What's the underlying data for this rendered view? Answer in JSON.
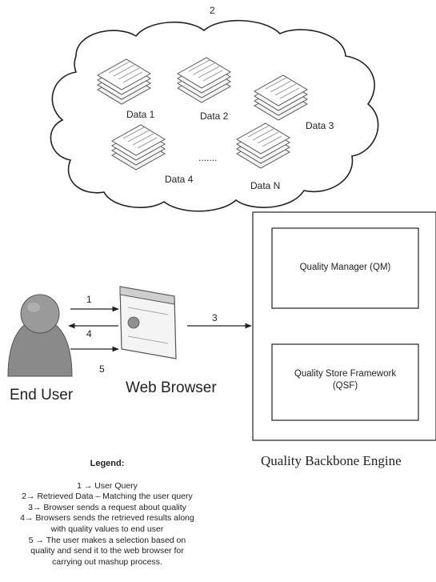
{
  "cloud": {
    "label": "2",
    "items": [
      "Data 1",
      "Data 2",
      "Data 3",
      "Data 4",
      "Data N"
    ],
    "ellipsis": "......."
  },
  "arrows": {
    "a1": "1",
    "a3": "3",
    "a4": "4",
    "a5": "5"
  },
  "actors": {
    "end_user": "End User",
    "web_browser": "Web Browser"
  },
  "engine": {
    "title": "Quality Backbone Engine",
    "manager": "Quality Manager (QM)",
    "store_line1": "Quality Store Framework",
    "store_line2": "(QSF)"
  },
  "legend": {
    "title": "Legend:",
    "lines": [
      "1 → User Query",
      "2→ Retrieved Data – Matching the user query",
      "3→ Browser sends a request about quality",
      "4→ Browsers sends the retrieved results along",
      "with quality values to end user",
      "5 → The user makes a selection based on",
      "quality and send it to the web browser for",
      "carrying out mashup process."
    ]
  }
}
